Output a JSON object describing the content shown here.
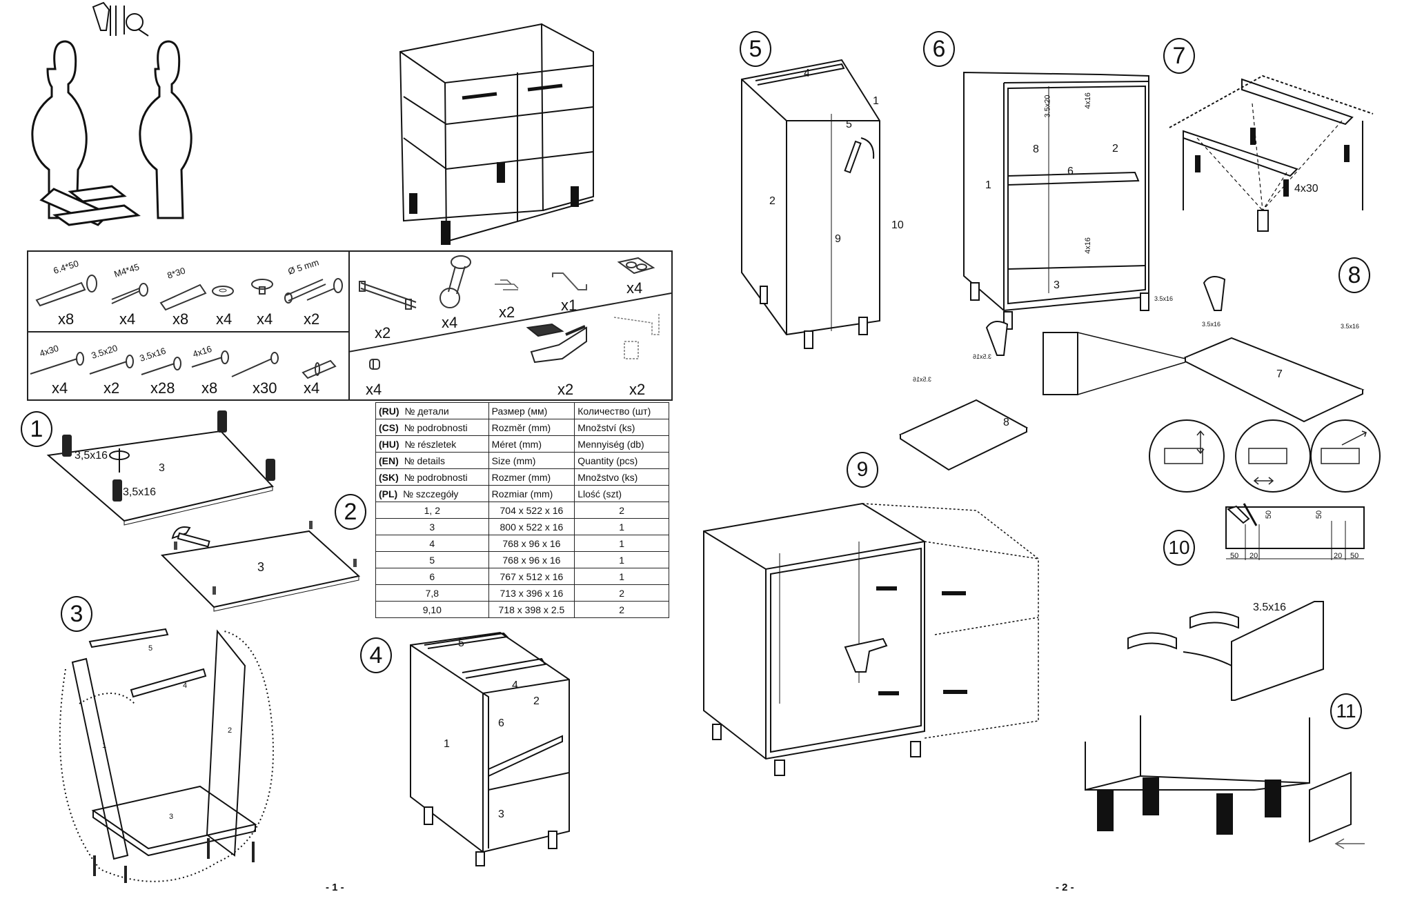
{
  "document": {
    "pages": [
      {
        "page_number": "- 1 -"
      },
      {
        "page_number": "- 2 -"
      }
    ]
  },
  "hardware": {
    "top_left": [
      {
        "icon": "cam-bolt",
        "size": "6.4*50",
        "qty": "x8"
      },
      {
        "icon": "machine-screw",
        "size": "M4*45",
        "qty": "x4"
      },
      {
        "icon": "wood-dowel",
        "size": "8*30",
        "qty": "x8"
      },
      {
        "icon": "washer",
        "size": "",
        "qty": "x4"
      },
      {
        "icon": "shelf-pin-cap",
        "size": "",
        "qty": "x4"
      },
      {
        "icon": "connector-bolt",
        "size": "Ø 5 mm",
        "qty": "x2"
      }
    ],
    "bottom_left": [
      {
        "icon": "wood-screw",
        "size": "4x30",
        "qty": "x4"
      },
      {
        "icon": "wood-screw",
        "size": "3.5x20",
        "qty": "x2"
      },
      {
        "icon": "wood-screw",
        "size": "3.5x16",
        "qty": "x28"
      },
      {
        "icon": "wood-screw",
        "size": "4x16",
        "qty": "x8"
      },
      {
        "icon": "nail",
        "size": "",
        "qty": "x30"
      },
      {
        "icon": "shelf-support",
        "size": "",
        "qty": "x4"
      }
    ],
    "right_upper": [
      {
        "icon": "handle",
        "qty": "x2"
      },
      {
        "icon": "adjustable-leg",
        "qty": "x4"
      },
      {
        "icon": "plinth-clip",
        "qty": "x2"
      },
      {
        "icon": "hex-key",
        "qty": "x1"
      },
      {
        "icon": "felt-pad",
        "qty": "x4"
      }
    ],
    "right_lower": [
      {
        "icon": "bumper",
        "qty": "x4"
      },
      {
        "icon": "hinge",
        "qty": "x2"
      },
      {
        "icon": "hinge-plate",
        "qty": "x2"
      }
    ]
  },
  "parts_table": {
    "headers": [
      {
        "lang": "(RU)",
        "part": "№ детали",
        "size": "Размер  (мм)",
        "qty": "Количество (шт)"
      },
      {
        "lang": "(CS)",
        "part": "№ podrobnosti",
        "size": "Rozměr (mm)",
        "qty": "Množství (ks)"
      },
      {
        "lang": "(HU)",
        "part": "№ részletek",
        "size": "Méret (mm)",
        "qty": "Mennyiség (db)"
      },
      {
        "lang": "(EN)",
        "part": "№ details",
        "size": "Size (mm)",
        "qty": "Quantity  (pcs)"
      },
      {
        "lang": "(SK)",
        "part": "№ podrobnosti",
        "size": "Rozmer (mm)",
        "qty": "Množstvo (ks)"
      },
      {
        "lang": "(PL)",
        "part": "№ szczegóły",
        "size": "Rozmiar (mm)",
        "qty": "Llość (szt)"
      }
    ],
    "rows": [
      {
        "part": "1, 2",
        "size": "704 x 522 x 16",
        "qty": "2"
      },
      {
        "part": "3",
        "size": "800 x 522 x 16",
        "qty": "1"
      },
      {
        "part": "4",
        "size": "768 x 96 x 16",
        "qty": "1"
      },
      {
        "part": "5",
        "size": "768 x 96 x 16",
        "qty": "1"
      },
      {
        "part": "6",
        "size": "767 x 512 x 16",
        "qty": "1"
      },
      {
        "part": "7,8",
        "size": "713 x 396 x 16",
        "qty": "2"
      },
      {
        "part": "9,10",
        "size": "718 x 398 x 2.5",
        "qty": "2"
      }
    ]
  },
  "steps": {
    "s1": {
      "num": "1",
      "panel": "3",
      "screw": "3,5x16"
    },
    "s2": {
      "num": "2",
      "panel": "3"
    },
    "s3": {
      "num": "3",
      "labels": [
        "5",
        "4",
        "1",
        "2",
        "3"
      ]
    },
    "s4": {
      "num": "4",
      "labels": [
        "5",
        "4",
        "2",
        "6",
        "1",
        "3"
      ]
    },
    "s5": {
      "num": "5",
      "labels": [
        "4",
        "1",
        "5",
        "2",
        "9",
        "10"
      ]
    },
    "s6": {
      "num": "6",
      "labels": [
        "8",
        "2",
        "6",
        "1",
        "3"
      ],
      "screws": [
        "3.5x20",
        "4x16",
        "4x16"
      ]
    },
    "s7": {
      "num": "7",
      "screw": "4x30"
    },
    "s8": {
      "num": "8",
      "panels": [
        "8",
        "7"
      ],
      "screw": "3.5x16"
    },
    "s9": {
      "num": "9"
    },
    "s10": {
      "num": "10",
      "dims": [
        "50",
        "20",
        "20",
        "50",
        "50",
        "50"
      ]
    },
    "s11": {
      "num": "11",
      "screw": "3.5x16"
    }
  }
}
